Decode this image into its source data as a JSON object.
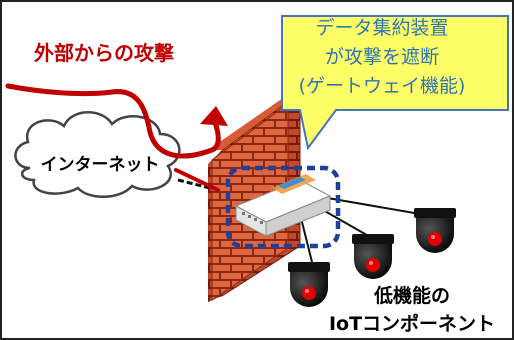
{
  "diagram": {
    "attack_label": "外部からの攻撃",
    "internet_label": "インターネット",
    "callout_lines": [
      "データ集約装置",
      "が攻撃を遮断",
      "(ゲートウェイ機能)"
    ],
    "iot_label_lines": [
      "低機能の",
      "IoTコンポーネント"
    ]
  },
  "colors": {
    "attack_arrow": "#c00000",
    "callout_fill": "#ffff66",
    "callout_border": "#4472c4",
    "callout_text": "#2e75b6",
    "firewall_brick": "#e06642",
    "firewall_mortar": "#8b2a12",
    "gateway_highlight": "#1f3f99",
    "camera_body": "#111111",
    "camera_lens": "#e00000"
  },
  "icons": [
    "cloud-icon",
    "firewall-icon",
    "gateway-device-icon",
    "camera-icon",
    "attack-arrow-icon"
  ]
}
